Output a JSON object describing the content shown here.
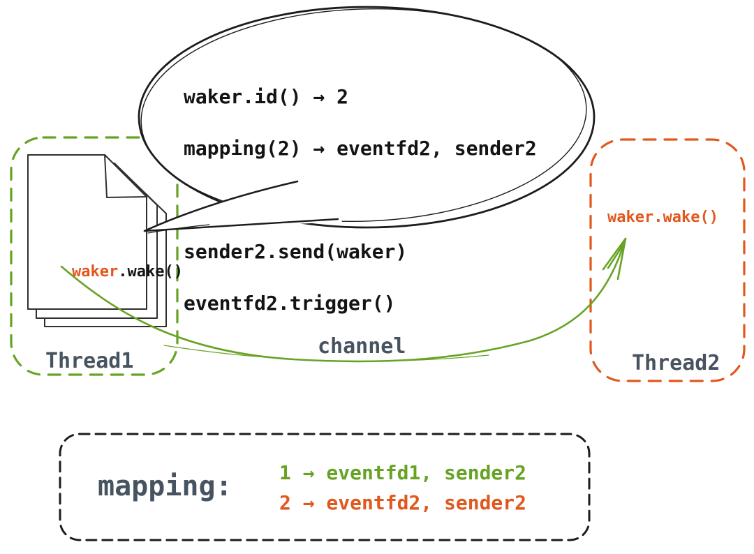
{
  "colors": {
    "green": "#66a324",
    "orange": "#e2571c",
    "slate": "#47535f",
    "ink": "#1c1c1c"
  },
  "speech_bubble": {
    "lines": [
      "waker.id() → 2",
      "mapping(2) → eventfd2, sender2",
      "",
      "sender2.send(waker)",
      "eventfd2.trigger()"
    ]
  },
  "thread1": {
    "label": "Thread1",
    "code_highlight": "waker",
    "code_rest": ".wake()"
  },
  "thread2": {
    "label": "Thread2",
    "code": "waker.wake()"
  },
  "channel": {
    "label": "channel"
  },
  "mapping": {
    "label": "mapping:",
    "entries": [
      {
        "text": "1 → eventfd1, sender2",
        "color": "green"
      },
      {
        "text": "2 → eventfd2, sender2",
        "color": "orange"
      }
    ]
  }
}
